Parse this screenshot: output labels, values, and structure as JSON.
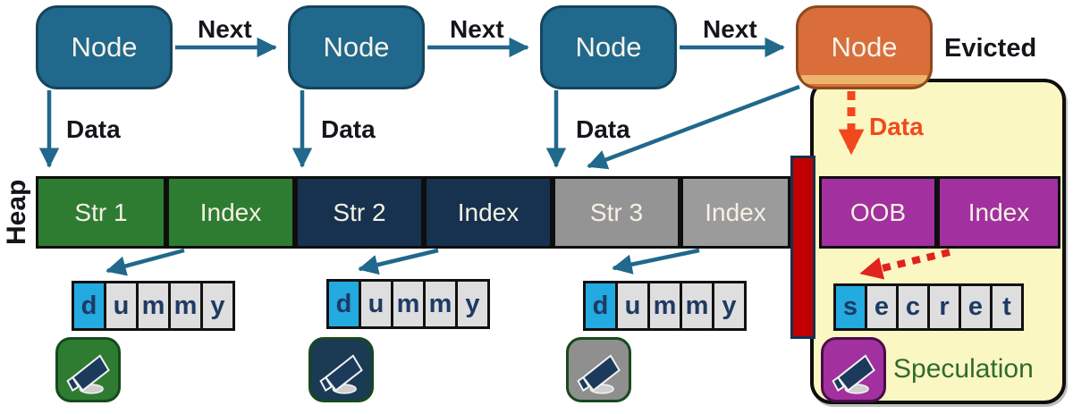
{
  "labels": {
    "next": "Next",
    "data": "Data",
    "oob_data": "Data",
    "evicted": "Evicted",
    "heap": "Heap",
    "speculation": "Speculation"
  },
  "nodes": [
    {
      "label": "Node",
      "variant": "teal"
    },
    {
      "label": "Node",
      "variant": "teal"
    },
    {
      "label": "Node",
      "variant": "teal"
    },
    {
      "label": "Node",
      "variant": "orange",
      "status": "Evicted"
    }
  ],
  "heap_segments": [
    {
      "label": "Str 1",
      "color": "#2E7C32"
    },
    {
      "label": "Index",
      "color": "#2E7C32"
    },
    {
      "label": "Str 2",
      "color": "#16324E"
    },
    {
      "label": "Index",
      "color": "#16324E"
    },
    {
      "label": "Str 3",
      "color": "#949494"
    },
    {
      "label": "Index",
      "color": "#9B9B9B"
    },
    {
      "label": "OOB",
      "color": "#A2309E"
    },
    {
      "label": "Index",
      "color": "#A2309E"
    }
  ],
  "char_arrays": [
    {
      "name": "dummy-1",
      "chars": [
        "d",
        "u",
        "m",
        "m",
        "y"
      ],
      "highlight_index": 0
    },
    {
      "name": "dummy-2",
      "chars": [
        "d",
        "u",
        "m",
        "m",
        "y"
      ],
      "highlight_index": 0
    },
    {
      "name": "dummy-3",
      "chars": [
        "d",
        "u",
        "m",
        "m",
        "y"
      ],
      "highlight_index": 0
    },
    {
      "name": "secret",
      "chars": [
        "s",
        "e",
        "c",
        "r",
        "e",
        "t"
      ],
      "highlight_index": 0
    }
  ],
  "icons": [
    {
      "name": "megaphone-icon",
      "bg": "#2E7C32"
    },
    {
      "name": "megaphone-icon",
      "bg": "#1B3A54"
    },
    {
      "name": "megaphone-icon",
      "bg": "#8F8F8F"
    },
    {
      "name": "megaphone-icon",
      "bg": "#A2309E"
    }
  ],
  "colors": {
    "node_teal": "#20688C",
    "node_border": "#15455C",
    "node_orange": "#D96E3B",
    "arrow_teal": "#20688C",
    "barrier_red": "#C00000",
    "speculation_region_bg": "#FBF7C2",
    "highlight_cyan": "#22AAE1",
    "cell_gray": "#DEDEDE",
    "data_arrow_orange": "#F1491D",
    "secret_arrow_red": "#E0231E",
    "speculation_text_green": "#2F6B2F"
  }
}
